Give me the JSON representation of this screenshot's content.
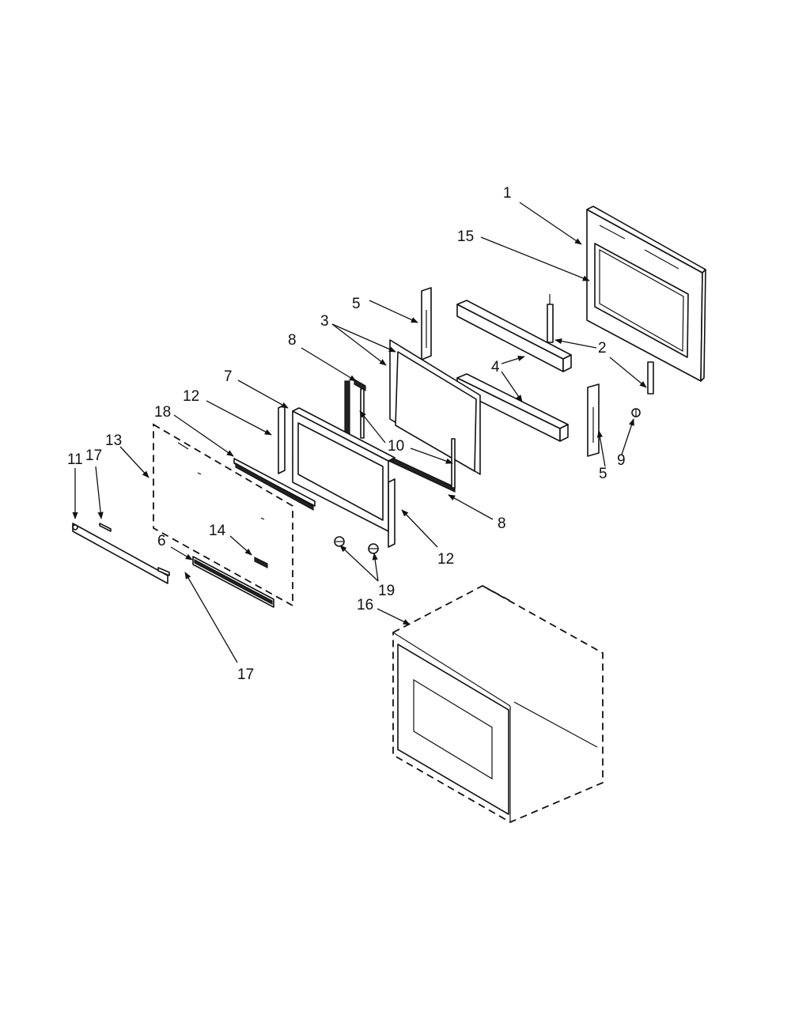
{
  "diagram": {
    "callouts": {
      "c1": "1",
      "c15": "15",
      "c5a": "5",
      "c3": "3",
      "c2": "2",
      "c8a": "8",
      "c4": "4",
      "c7": "7",
      "c12a": "12",
      "c18": "18",
      "c10": "10",
      "c5b": "5",
      "c9": "9",
      "c13": "13",
      "c11": "11",
      "c17a": "17",
      "c8b": "8",
      "c14": "14",
      "c6": "6",
      "c12b": "12",
      "c19": "19",
      "c16": "16",
      "c17b": "17"
    }
  }
}
